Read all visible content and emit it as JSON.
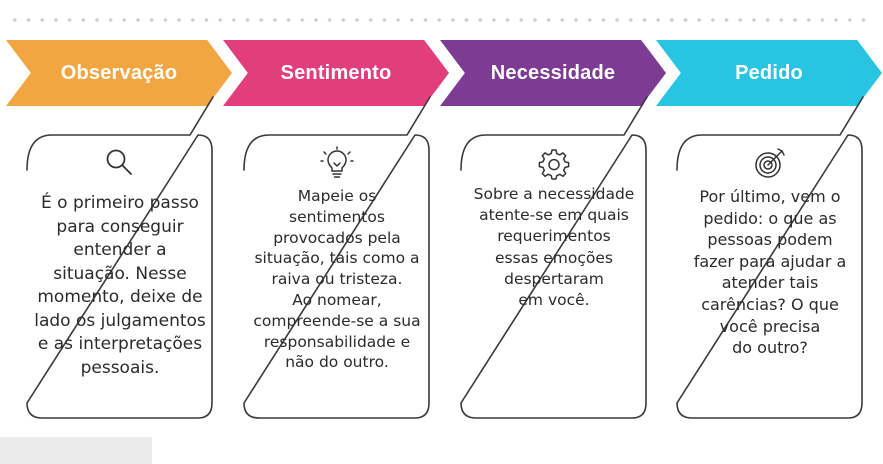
{
  "steps": [
    {
      "title": "Observação",
      "color": "#f2a641",
      "icon": "magnifier-icon",
      "text": "É o primeiro passo\npara conseguir\nentender a\nsituação. Nesse\nmomento, deixe de\nlado os julgamentos\ne as interpretações\npessoais."
    },
    {
      "title": "Sentimento",
      "color": "#e23d7c",
      "icon": "lightbulb-icon",
      "text": "Mapeie os\nsentimentos\nprovocados pela\nsituação, tais como a\nraiva ou tristeza.\nAo nomear,\ncompreende-se a sua\nresponsabilidade e\nnão do outro."
    },
    {
      "title": "Necessidade",
      "color": "#7d3b93",
      "icon": "gear-icon",
      "text": "Sobre a necessidade\natente-se em quais\nrequerimentos\nessas emoções\ndespertaram\nem você."
    },
    {
      "title": "Pedido",
      "color": "#28c5e3",
      "icon": "target-icon",
      "text": "Por último, vem o\npedido: o que as\npessoas podem\nfazer para ajudar a\natender tais\ncarências? O que\nvocê precisa\ndo outro?"
    }
  ]
}
